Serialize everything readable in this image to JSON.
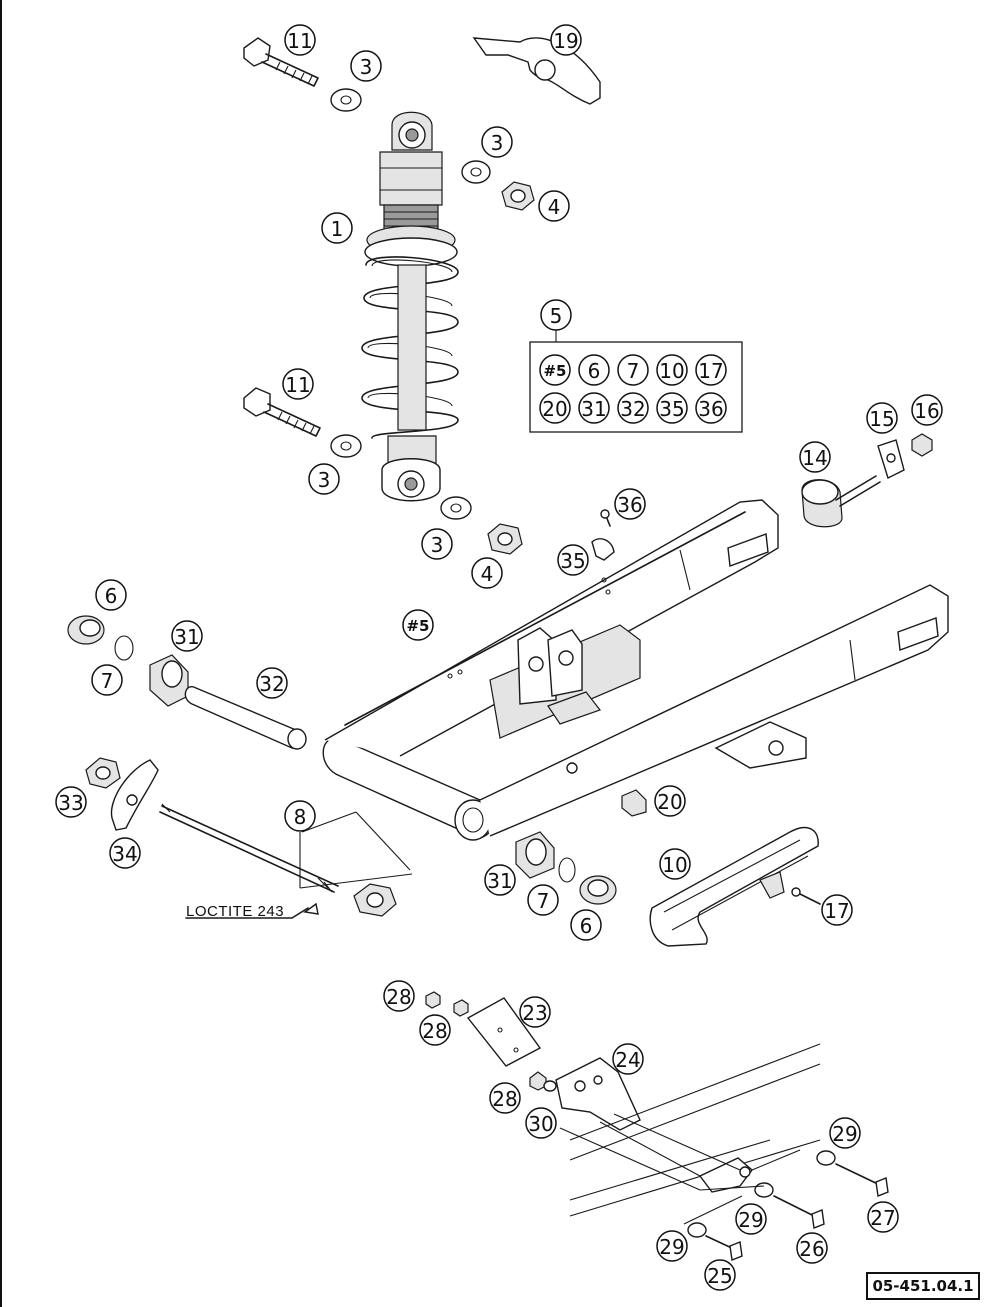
{
  "drawing_code": "05-451.04.1",
  "loctite_note": "LOCTITE 243",
  "kit": {
    "number": "5",
    "contents": [
      "#5",
      "6",
      "7",
      "10",
      "17",
      "20",
      "31",
      "32",
      "35",
      "36"
    ]
  },
  "callouts": [
    "11",
    "3",
    "19",
    "3",
    "4",
    "1",
    "5",
    "11",
    "3",
    "3",
    "4",
    "36",
    "35",
    "14",
    "15",
    "16",
    "6",
    "7",
    "31",
    "32",
    "#5",
    "33",
    "34",
    "8",
    "20",
    "31",
    "7",
    "6",
    "10",
    "17",
    "28",
    "28",
    "23",
    "24",
    "28",
    "30",
    "29",
    "27",
    "29",
    "26",
    "29",
    "25"
  ]
}
